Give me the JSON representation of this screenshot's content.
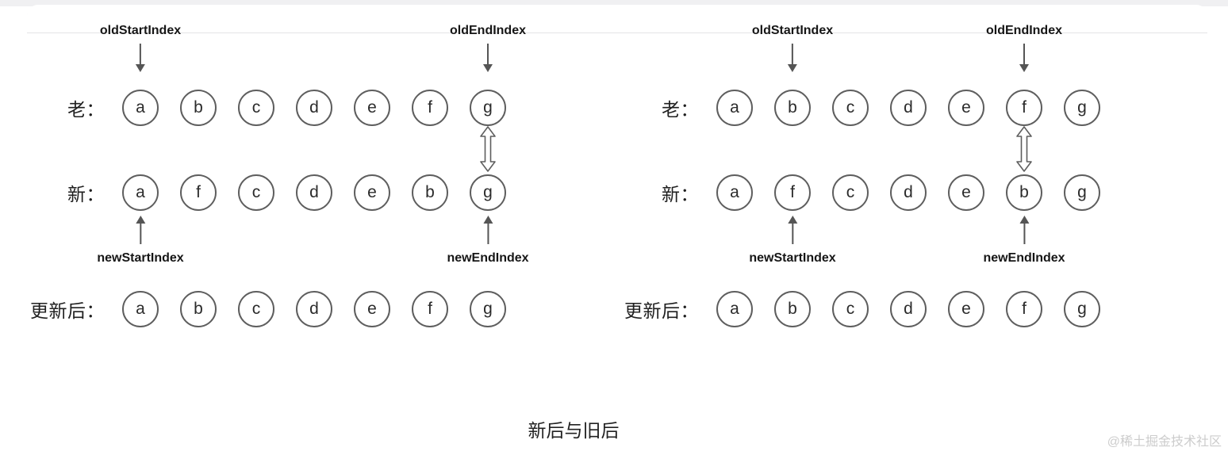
{
  "caption": "新后与旧后",
  "watermark": "@稀土掘金技术社区",
  "colors": {
    "circle_border": "#5e5e5e",
    "arrow": "#555555",
    "label_text": "#1f1f1f",
    "watermark_text": "#cccccc",
    "top_strip": "#f0f0f2"
  },
  "diagrams": [
    {
      "rows": [
        {
          "label": "老：",
          "items": [
            "a",
            "b",
            "c",
            "d",
            "e",
            "f",
            "g"
          ]
        },
        {
          "label": "新：",
          "items": [
            "a",
            "f",
            "c",
            "d",
            "e",
            "b",
            "g"
          ]
        },
        {
          "label": "更新后：",
          "items": [
            "a",
            "b",
            "c",
            "d",
            "e",
            "f",
            "g"
          ]
        }
      ],
      "pointers": {
        "old_start": {
          "label": "oldStartIndex",
          "index": 0
        },
        "old_end": {
          "label": "oldEndIndex",
          "index": 6
        },
        "new_start": {
          "label": "newStartIndex",
          "index": 0
        },
        "new_end": {
          "label": "newEndIndex",
          "index": 6
        }
      },
      "link_index": 6
    },
    {
      "rows": [
        {
          "label": "老：",
          "items": [
            "a",
            "b",
            "c",
            "d",
            "e",
            "f",
            "g"
          ]
        },
        {
          "label": "新：",
          "items": [
            "a",
            "f",
            "c",
            "d",
            "e",
            "b",
            "g"
          ]
        },
        {
          "label": "更新后：",
          "items": [
            "a",
            "b",
            "c",
            "d",
            "e",
            "f",
            "g"
          ]
        }
      ],
      "pointers": {
        "old_start": {
          "label": "oldStartIndex",
          "index": 1
        },
        "old_end": {
          "label": "oldEndIndex",
          "index": 5
        },
        "new_start": {
          "label": "newStartIndex",
          "index": 1
        },
        "new_end": {
          "label": "newEndIndex",
          "index": 5
        }
      },
      "link_index": 5
    }
  ]
}
